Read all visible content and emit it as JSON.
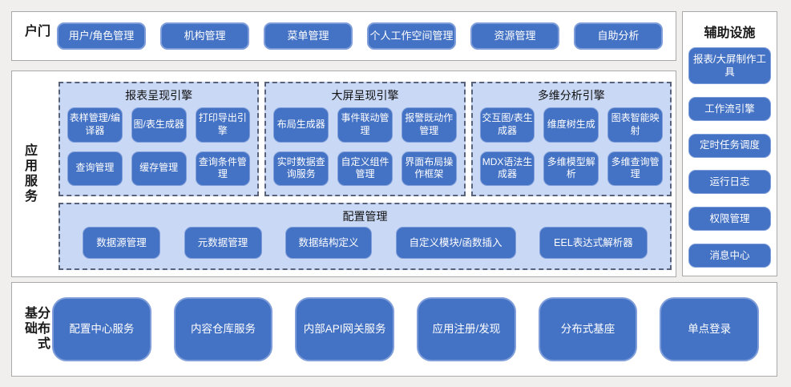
{
  "colors": {
    "canvas_bg": "#f0efee",
    "section_bg": "#ffffff",
    "section_border": "#a9a9a9",
    "block_fill": "#4472c4",
    "block_border": "#7f9ed9",
    "block_text": "#ffffff",
    "engine_fill": "#c9d8f4",
    "engine_dash_border": "#59627b",
    "label_text": "#1a1a1a"
  },
  "portal": {
    "label": "门户",
    "buttons": [
      "用户/角色管理",
      "机构管理",
      "菜单管理",
      "个人工作空间管理",
      "资源管理",
      "自助分析"
    ]
  },
  "app_services": {
    "label": "应用服务",
    "engines": [
      {
        "title": "报表呈现引擎",
        "items": [
          "表样管理/编译器",
          "图/表生成器",
          "打印导出引擎",
          "查询管理",
          "缓存管理",
          "查询条件管理"
        ]
      },
      {
        "title": "大屏呈现引擎",
        "items": [
          "布局生成器",
          "事件联动管理",
          "报警既动作管理",
          "实时数据查询服务",
          "自定义组件管理",
          "界面布局操作框架"
        ]
      },
      {
        "title": "多维分析引擎",
        "items": [
          "交互图/表生成器",
          "维度树生成",
          "图表智能映射",
          "MDX语法生成器",
          "多维模型解析",
          "多维查询管理"
        ]
      }
    ],
    "config": {
      "title": "配置管理",
      "items": [
        "数据源管理",
        "元数据管理",
        "数据结构定义",
        "自定义模块/函数插入",
        "EEL表达式解析器"
      ]
    }
  },
  "auxiliary": {
    "label": "辅助设施",
    "buttons": [
      "报表/大屏制作工具",
      "工作流引擎",
      "定时任务调度",
      "运行日志",
      "权限管理",
      "消息中心"
    ]
  },
  "distributed": {
    "label": "分布式基础",
    "buttons": [
      "配置中心服务",
      "内容仓库服务",
      "内部API网关服务",
      "应用注册/发现",
      "分布式基座",
      "单点登录"
    ]
  }
}
